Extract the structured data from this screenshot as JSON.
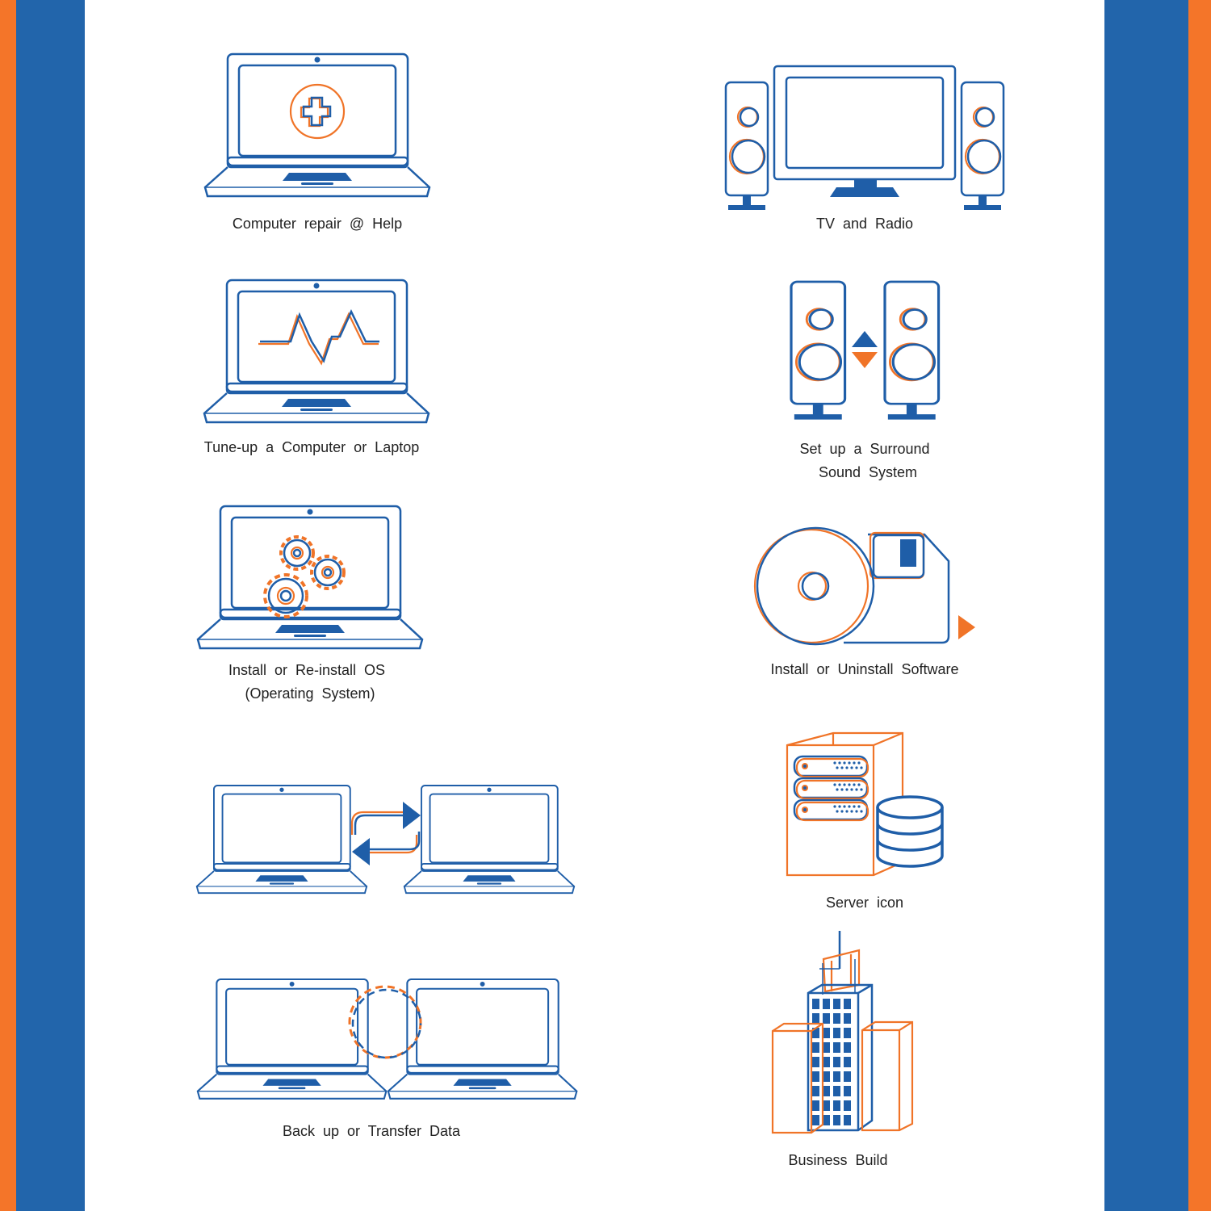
{
  "colors": {
    "blue": "#1f5ea8",
    "orange": "#f07428",
    "frame_blue": "#2265ab",
    "frame_orange": "#f47529"
  },
  "icons": [
    {
      "icon": "laptop-medical-cross-icon",
      "label": [
        "Computer repair @ Help"
      ]
    },
    {
      "icon": "tv-speakers-icon",
      "label": [
        "TV and Radio"
      ]
    },
    {
      "icon": "laptop-pulse-icon",
      "label": [
        "Tune-up a Computer or Laptop"
      ]
    },
    {
      "icon": "surround-speakers-icon",
      "label": [
        "Set up a Surround",
        "Sound System"
      ]
    },
    {
      "icon": "laptop-gears-icon",
      "label": [
        "Install or Re-install OS",
        "(Operating System)"
      ]
    },
    {
      "icon": "disc-floppy-icon",
      "label": [
        "Install or Uninstall Software"
      ]
    },
    {
      "icon": "laptops-transfer-icon",
      "label": []
    },
    {
      "icon": "server-database-icon",
      "label": [
        "Server icon"
      ]
    },
    {
      "icon": "laptops-sync-icon",
      "label": [
        "Back up or Transfer Data"
      ]
    },
    {
      "icon": "business-buildings-icon",
      "label": [
        "Business Build"
      ]
    }
  ]
}
